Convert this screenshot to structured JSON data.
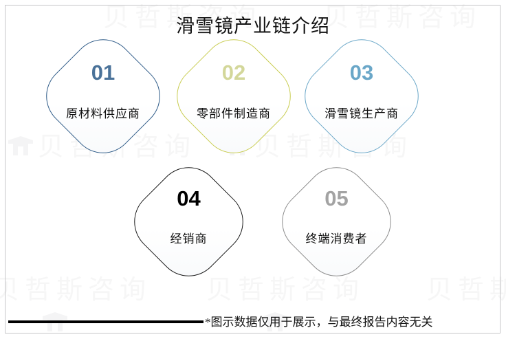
{
  "title": "滑雪镜产业链介绍",
  "colors": {
    "frame": "#c6c6c8",
    "node1_border": "#2d5a87",
    "node1_number": "#4a7299",
    "node2_border": "#c8cc4f",
    "node2_number": "#d3d79a",
    "node3_border": "#6aa7c8",
    "node3_number": "#6aa7c8",
    "node4_border": "#1a1a1a",
    "node4_number": "#000000",
    "node5_border": "#8c8c8c",
    "node5_number": "#a3a3a3",
    "label_text": "#0e0e0e",
    "footer_rule": "#000000"
  },
  "nodes": [
    {
      "number": "01",
      "label": "原材料供应商"
    },
    {
      "number": "02",
      "label": "零部件制造商"
    },
    {
      "number": "03",
      "label": "滑雪镜生产商"
    },
    {
      "number": "04",
      "label": "经销商"
    },
    {
      "number": "05",
      "label": "终端消费者"
    }
  ],
  "footer": {
    "note": "*图示数据仅用于展示，与最终报告内容无关"
  },
  "watermark": {
    "text": "贝哲斯咨询"
  },
  "chart_data": {
    "type": "diagram",
    "subtype": "industry-chain-rhombus",
    "title": "滑雪镜产业链介绍",
    "categories": [
      "01",
      "02",
      "03",
      "04",
      "05"
    ],
    "labels": [
      "原材料供应商",
      "零部件制造商",
      "滑雪镜生产商",
      "经销商",
      "终端消费者"
    ],
    "rows": [
      {
        "row": 1,
        "items": [
          "原材料供应商",
          "零部件制造商",
          "滑雪镜生产商"
        ]
      },
      {
        "row": 2,
        "items": [
          "经销商",
          "终端消费者"
        ]
      }
    ],
    "annotations": [
      "*图示数据仅用于展示，与最终报告内容无关"
    ],
    "legend": "none",
    "grid": false
  }
}
